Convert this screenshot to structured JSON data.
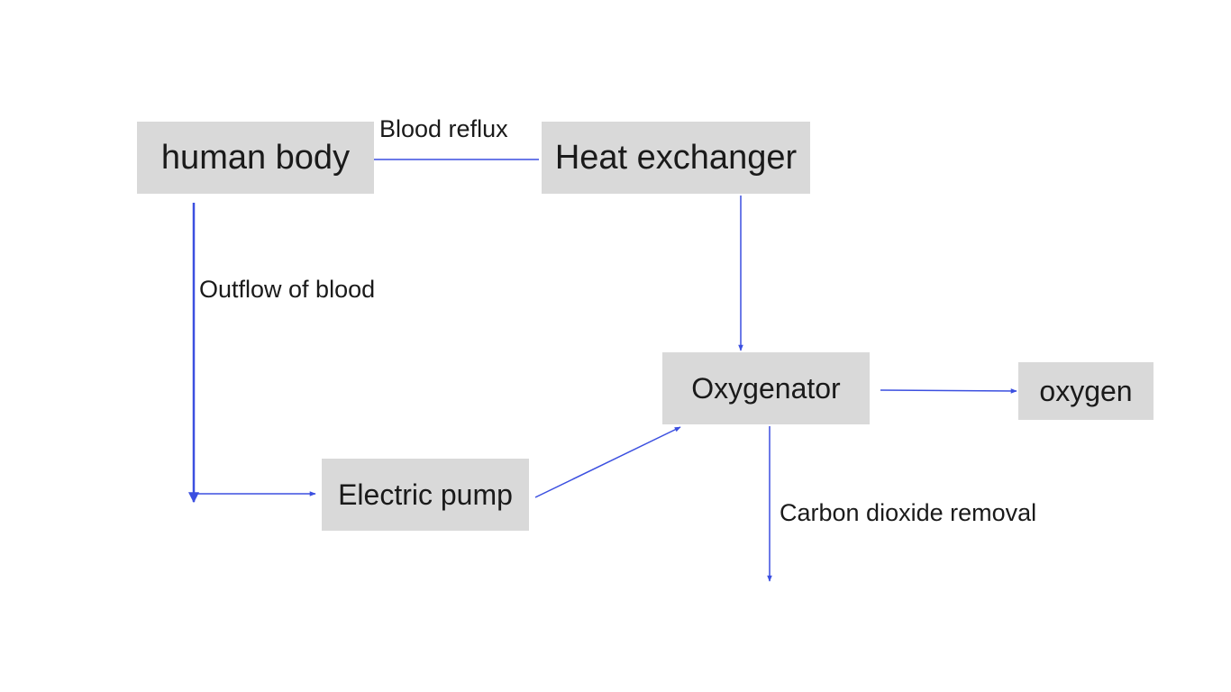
{
  "colors": {
    "node_fill": "#d9d9d9",
    "arrow": "#3b4fe0",
    "text": "#1a1a1a"
  },
  "nodes": {
    "human_body": "human body",
    "heat_exchanger": "Heat exchanger",
    "oxygenator": "Oxygenator",
    "oxygen": "oxygen",
    "electric_pump": "Electric pump"
  },
  "edge_labels": {
    "blood_reflux": "Blood reflux",
    "outflow_of_blood": "Outflow of blood",
    "carbon_dioxide_removal": "Carbon dioxide removal"
  },
  "edges": [
    {
      "from": "heat_exchanger",
      "to": "human_body",
      "label": "blood_reflux"
    },
    {
      "from": "human_body",
      "to": "electric_pump",
      "label": "outflow_of_blood"
    },
    {
      "from": "electric_pump",
      "to": "oxygenator"
    },
    {
      "from": "heat_exchanger",
      "to": "oxygenator"
    },
    {
      "from": "oxygenator",
      "to": "oxygen"
    },
    {
      "from": "oxygenator",
      "to": "carbon_dioxide_removal_output",
      "label": "carbon_dioxide_removal"
    }
  ]
}
